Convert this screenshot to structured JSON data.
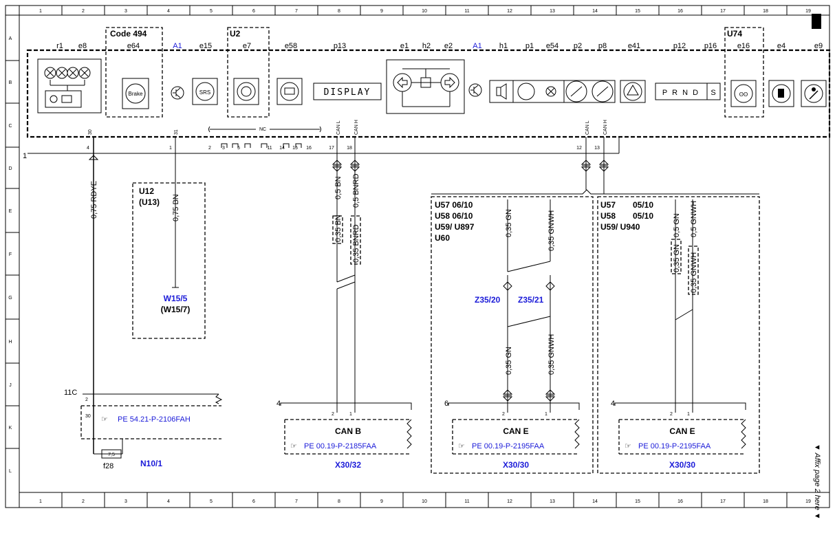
{
  "columns": [
    "1",
    "2",
    "3",
    "4",
    "5",
    "6",
    "7",
    "8",
    "9",
    "10",
    "11",
    "12",
    "13",
    "14",
    "15",
    "16",
    "17",
    "18",
    "19"
  ],
  "rows": [
    "A",
    "B",
    "C",
    "D",
    "E",
    "F",
    "G",
    "H",
    "J",
    "K",
    "L"
  ],
  "top_labels": [
    {
      "t": "r1"
    },
    {
      "t": "e8"
    },
    {
      "t": "e64"
    },
    {
      "t": "A1",
      "blue": true
    },
    {
      "t": "e15"
    },
    {
      "t": "e7"
    },
    {
      "t": "e58"
    },
    {
      "t": "p13"
    },
    {
      "t": "e1"
    },
    {
      "t": "h2"
    },
    {
      "t": "e2"
    },
    {
      "t": "A1",
      "blue": true
    },
    {
      "t": "h1"
    },
    {
      "t": "p1"
    },
    {
      "t": "e54"
    },
    {
      "t": "p2"
    },
    {
      "t": "p8"
    },
    {
      "t": "e41"
    },
    {
      "t": "p12"
    },
    {
      "t": "p16"
    },
    {
      "t": "e16"
    },
    {
      "t": "e4"
    },
    {
      "t": "e9"
    }
  ],
  "box_titles": {
    "code494": "Code 494",
    "u2": "U2",
    "u74": "U74"
  },
  "instrument": {
    "brake": "Brake",
    "srs": "SRS",
    "display": "DISPLAY",
    "prnd": "P R N D",
    "s": "S",
    "nc": "NC",
    "can_l": "CAN L",
    "can_h": "CAN H",
    "pin30": "30",
    "pin31": "31",
    "connector_number": "1"
  },
  "pins": [
    "4",
    "1",
    "2",
    "3",
    "5",
    "11",
    "14",
    "15",
    "16",
    "17",
    "18",
    "12",
    "13"
  ],
  "wires": {
    "w1": "0,75 RDYE",
    "w2": "0,75 BN",
    "w3": "0,5 BN",
    "w4": "0,5 BNRD",
    "w5": "0,35 BN",
    "w6": "0,35 BNRD",
    "w7": "0,35 GN",
    "w8": "0,35 GNWH",
    "w9": "0,35 GN",
    "w10": "0,35 GNWH",
    "w11": "0,5 GN",
    "w12": "0,5 GNWH",
    "w13": "0,35 GN",
    "w14": "0,35 GNWH"
  },
  "u12": {
    "title": "U12",
    "sub": "(U13)",
    "comp": "W15/5",
    "comp_alt": "(W15/7)"
  },
  "can_box_left": {
    "lines": [
      "U57 06/10",
      "U58 06/10",
      "U59/ U897",
      "U60"
    ],
    "z1": "Z35/20",
    "z2": "Z35/21"
  },
  "can_box_right": {
    "lines": [
      "U57",
      "05/10",
      "U58",
      "05/10",
      "U59/ U940"
    ]
  },
  "n10": {
    "label": "11C",
    "ref": "PE 54.21-P-2106FAH",
    "comp": "N10/1",
    "fuse_id": "f28",
    "fuse_val": "7,5",
    "pin2": "2",
    "pin30": "30"
  },
  "x30_32": {
    "num": "4",
    "name": "CAN B",
    "ref": "PE 00.19-P-2185FAA",
    "id": "X30/32",
    "p2": "2",
    "p1": "1"
  },
  "x30_30a": {
    "num": "6",
    "name": "CAN E",
    "ref": "PE 00.19-P-2195FAA",
    "id": "X30/30",
    "p2": "2",
    "p1": "1"
  },
  "x30_30b": {
    "num": "4",
    "name": "CAN E",
    "ref": "PE 00.19-P-2195FAA",
    "id": "X30/30",
    "p2": "2",
    "p1": "1"
  },
  "side_note": "▼ Affix page 2 here ▼"
}
